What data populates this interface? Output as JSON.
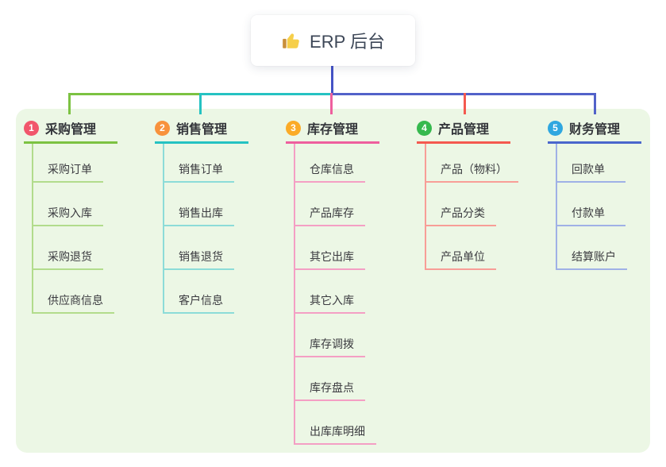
{
  "root": {
    "title": "ERP 后台",
    "icon": "thumbs-up-icon"
  },
  "colors": {
    "panel_bg": "#ecf7e5",
    "root_connector": "#4553c6",
    "bus_right": "#5262c9"
  },
  "branches": [
    {
      "num": "1",
      "title": "采购管理",
      "color": "#7cc242",
      "light_color": "#b2dc8c",
      "badge_color": "#f1566b",
      "items": [
        "采购订单",
        "采购入库",
        "采购退货",
        "供应商信息"
      ]
    },
    {
      "num": "2",
      "title": "销售管理",
      "color": "#25c2c2",
      "light_color": "#8cdcd8",
      "badge_color": "#f8923c",
      "items": [
        "销售订单",
        "销售出库",
        "销售退货",
        "客户信息"
      ]
    },
    {
      "num": "3",
      "title": "库存管理",
      "color": "#ee5f9e",
      "light_color": "#f49fc4",
      "badge_color": "#fbab27",
      "items": [
        "仓库信息",
        "产品库存",
        "其它出库",
        "其它入库",
        "库存调拨",
        "库存盘点",
        "出库库明细"
      ]
    },
    {
      "num": "4",
      "title": "产品管理",
      "color": "#f4594f",
      "light_color": "#f89e97",
      "badge_color": "#36b94e",
      "items": [
        "产品（物料）",
        "产品分类",
        "产品单位"
      ]
    },
    {
      "num": "5",
      "title": "财务管理",
      "color": "#4a66cc",
      "light_color": "#9fb1e6",
      "badge_color": "#2fa7e0",
      "items": [
        "回款单",
        "付款单",
        "结算账户"
      ]
    }
  ]
}
